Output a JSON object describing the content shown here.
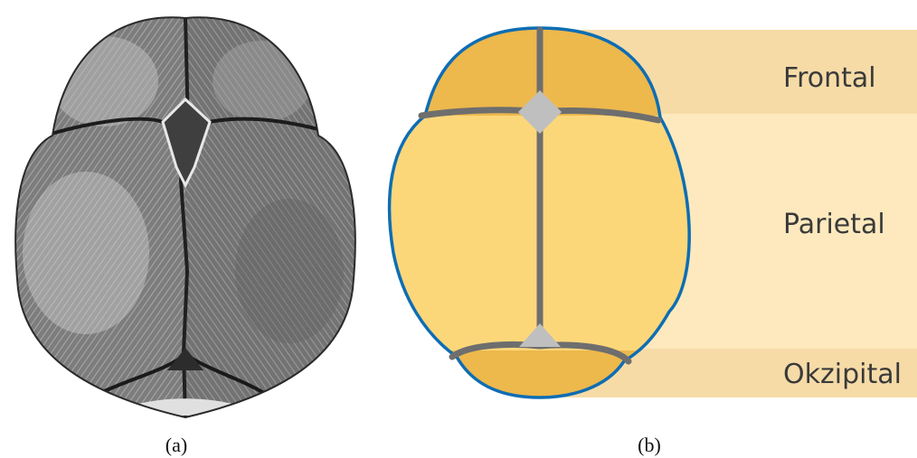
{
  "panel_a": {
    "caption": "(a)"
  },
  "panel_b": {
    "caption": "(b)",
    "regions": [
      {
        "label": "Frontal",
        "band_color": "#f6dba7"
      },
      {
        "label": "Parietal",
        "band_color": "#fde9bd"
      },
      {
        "label": "Okzipital",
        "band_color": "#f6dba7"
      }
    ],
    "colors": {
      "frontal_fill": "#edb84c",
      "parietal_fill": "#fcd77a",
      "occipital_fill": "#edb84c",
      "outline": "#0e6db3",
      "suture": "#6e6e6e",
      "fontanelle": "#bfbfbf"
    }
  }
}
